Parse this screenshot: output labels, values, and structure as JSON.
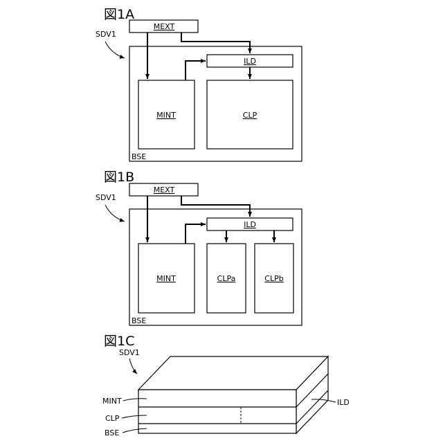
{
  "figure_a": {
    "title": "図1A",
    "device_label": "SDV1",
    "boxes": {
      "mext": "MEXT",
      "ild": "ILD",
      "mint": "MINT",
      "clp": "CLP",
      "bse": "BSE"
    }
  },
  "figure_b": {
    "title": "図1B",
    "device_label": "SDV1",
    "boxes": {
      "mext": "MEXT",
      "ild": "ILD",
      "mint": "MINT",
      "clpa": "CLPa",
      "clpb": "CLPb",
      "bse": "BSE"
    }
  },
  "figure_c": {
    "title": "図1C",
    "device_label": "SDV1",
    "layers": {
      "mint": "MINT",
      "clp": "CLP",
      "bse": "BSE",
      "ild": "ILD"
    }
  },
  "colors": {
    "line": "#000000",
    "background": "#ffffff"
  }
}
